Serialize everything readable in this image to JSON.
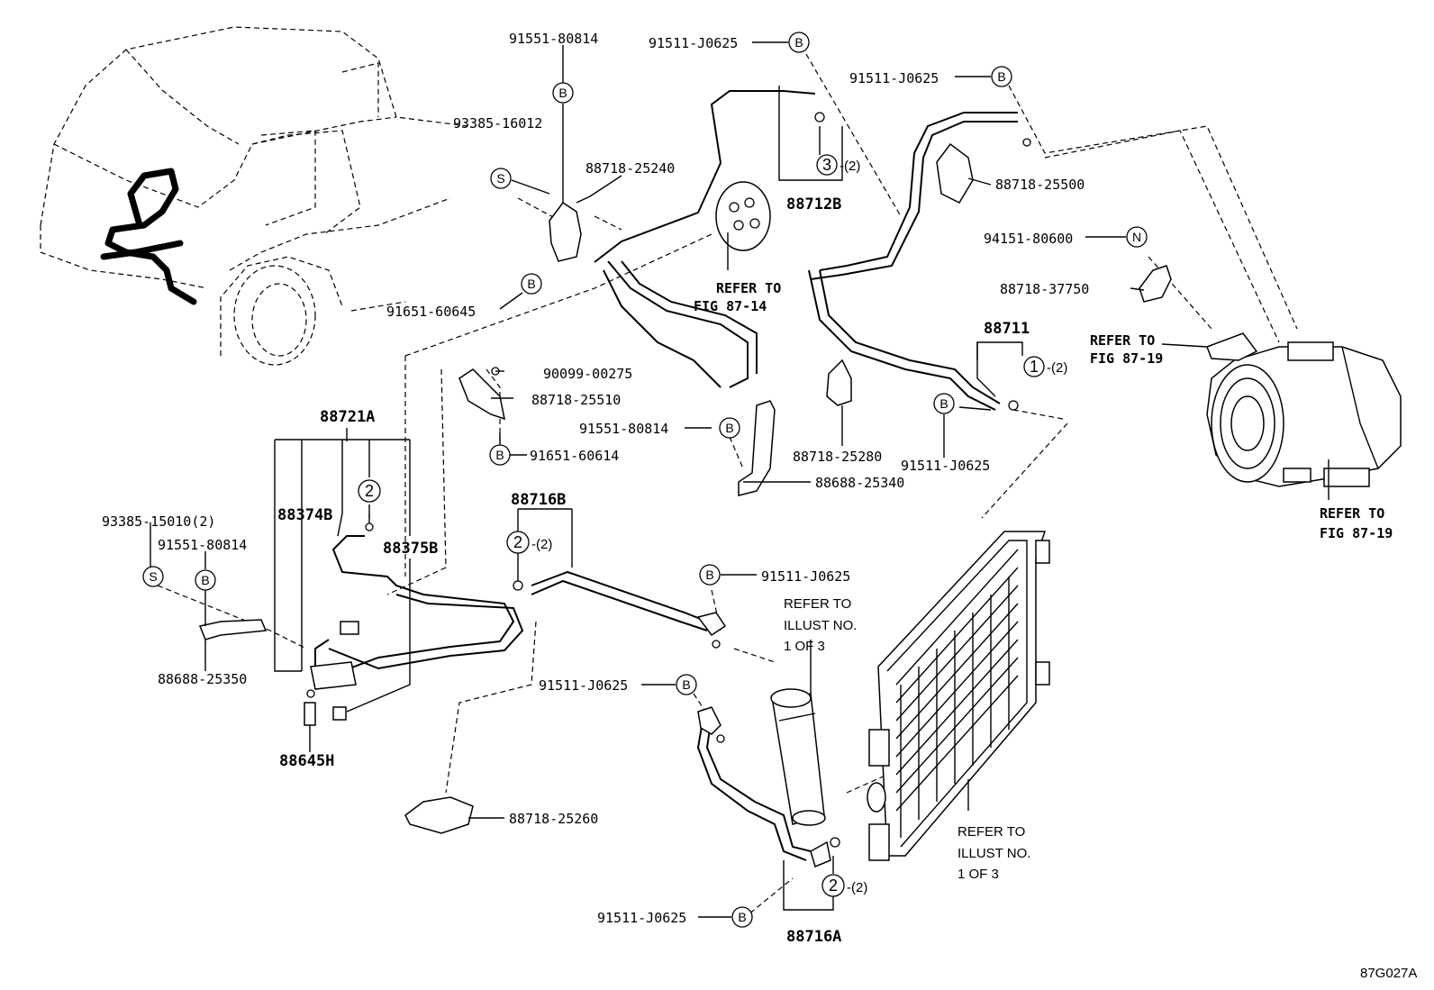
{
  "figure_code": "87G027A",
  "callouts": {
    "p91551_80814_top": "91551-80814",
    "p91511_J0625_top1": "91511-J0625",
    "p91511_J0625_top2": "91511-J0625",
    "p93385_16012": "93385-16012",
    "p88718_25240": "88718-25240",
    "p88712B": "88712B",
    "p88718_25500": "88718-25500",
    "p94151_80600": "94151-80600",
    "p88718_37750": "88718-37750",
    "p91651_60645": "91651-60645",
    "p88711": "88711",
    "p90099_00275": "90099-00275",
    "p88718_25510": "88718-25510",
    "p91551_80814_mid": "91551-80814",
    "p91651_60614": "91651-60614",
    "p88718_25280": "88718-25280",
    "p91511_J0625_mid": "91511-J0625",
    "p88688_25340": "88688-25340",
    "p88721A": "88721A",
    "p88716B": "88716B",
    "p93385_15010": "93385-15010(2)",
    "p91551_80814_left": "91551-80814",
    "p88374B": "88374B",
    "p88375B": "88375B",
    "p91511_J0625_dryer": "91511-J0625",
    "p88688_25350": "88688-25350",
    "p88645H": "88645H",
    "p91511_J0625_low": "91511-J0625",
    "p88718_25260": "88718-25260",
    "p91511_J0625_bottom": "91511-J0625",
    "p88716A": "88716A"
  },
  "references": {
    "fig_87_14_a": "REFER TO",
    "fig_87_14_b": "FIG 87-14",
    "fig_87_19_left_a": "REFER TO",
    "fig_87_19_left_b": "FIG 87-19",
    "fig_87_19_right_a": "REFER TO",
    "fig_87_19_right_b": "FIG 87-19",
    "illust_dryer_a": "REFER TO",
    "illust_dryer_b": "ILLUST NO.",
    "illust_dryer_c": "1 OF 3",
    "illust_cond_a": "REFER TO",
    "illust_cond_b": "ILLUST NO.",
    "illust_cond_c": "1 OF 3"
  },
  "symbols": {
    "B": "B",
    "S": "S",
    "N": "N",
    "one": "1",
    "two": "2",
    "three": "3",
    "qty2": "-(2)"
  }
}
